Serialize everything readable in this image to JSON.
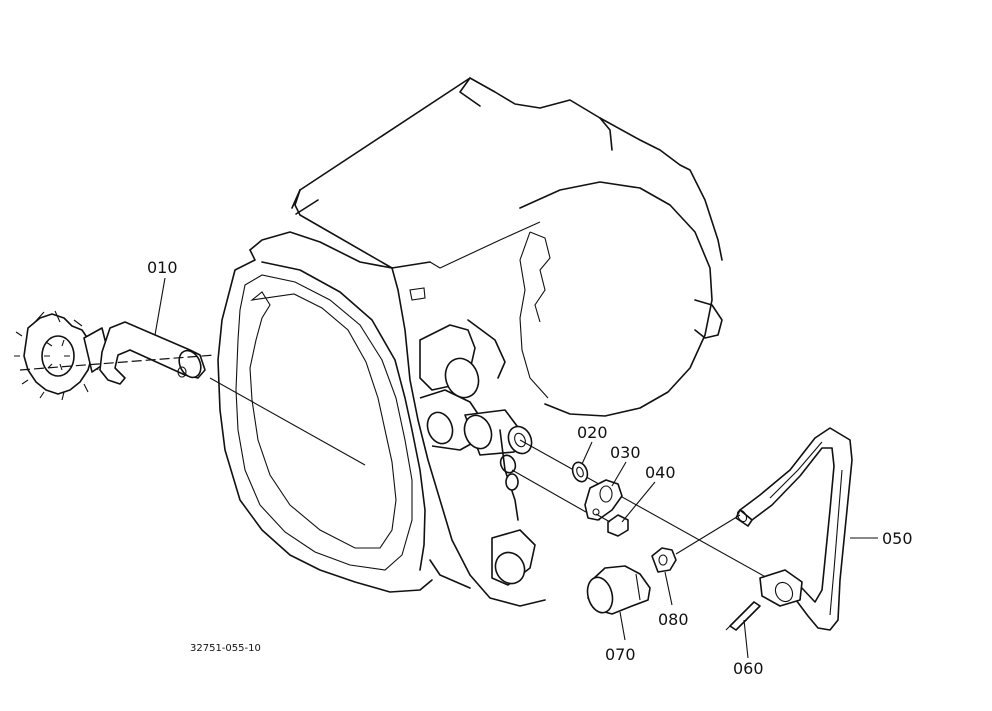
{
  "diagram": {
    "drawing_id": "32751-055-10",
    "callouts": [
      {
        "id": "010",
        "label": "010"
      },
      {
        "id": "020",
        "label": "020"
      },
      {
        "id": "030",
        "label": "030"
      },
      {
        "id": "040",
        "label": "040"
      },
      {
        "id": "050",
        "label": "050"
      },
      {
        "id": "060",
        "label": "060"
      },
      {
        "id": "070",
        "label": "070"
      },
      {
        "id": "080",
        "label": "080"
      }
    ]
  }
}
